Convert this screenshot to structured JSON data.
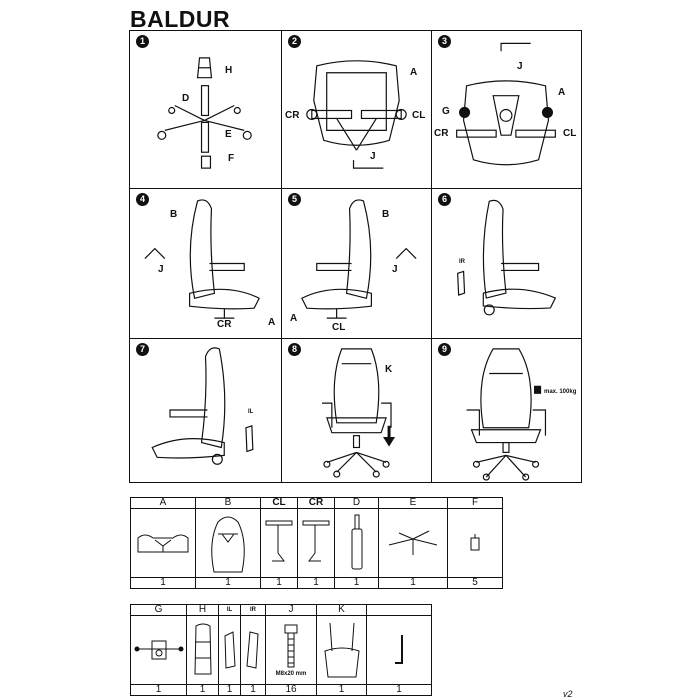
{
  "title": "BALDUR",
  "steps": [
    {
      "number": "1",
      "labels": [
        "H",
        "D",
        "E",
        "F"
      ]
    },
    {
      "number": "2",
      "labels": [
        "A",
        "CR",
        "CL",
        "J"
      ]
    },
    {
      "number": "3",
      "labels": [
        "J",
        "A",
        "G",
        "CR",
        "CL"
      ]
    },
    {
      "number": "4",
      "labels": [
        "B",
        "J",
        "CR",
        "A"
      ]
    },
    {
      "number": "5",
      "labels": [
        "B",
        "J",
        "A",
        "CL"
      ]
    },
    {
      "number": "6",
      "labels": [
        "IR"
      ]
    },
    {
      "number": "7",
      "labels": [
        "IL"
      ]
    },
    {
      "number": "8",
      "labels": [
        "K"
      ]
    },
    {
      "number": "9",
      "labels": [
        "max. 100kg"
      ]
    }
  ],
  "parts_table_1": {
    "headers": [
      "A",
      "B",
      "CL",
      "CR",
      "D",
      "E",
      "F"
    ],
    "counts": [
      "1",
      "1",
      "1",
      "1",
      "1",
      "1",
      "5"
    ]
  },
  "parts_table_2": {
    "headers": [
      "G",
      "H",
      "IL",
      "IR",
      "J",
      "K",
      ""
    ],
    "counts": [
      "1",
      "1",
      "1",
      "1",
      "16",
      "1",
      "1"
    ],
    "bolt_spec": "M8x20 mm"
  },
  "version": "v2"
}
